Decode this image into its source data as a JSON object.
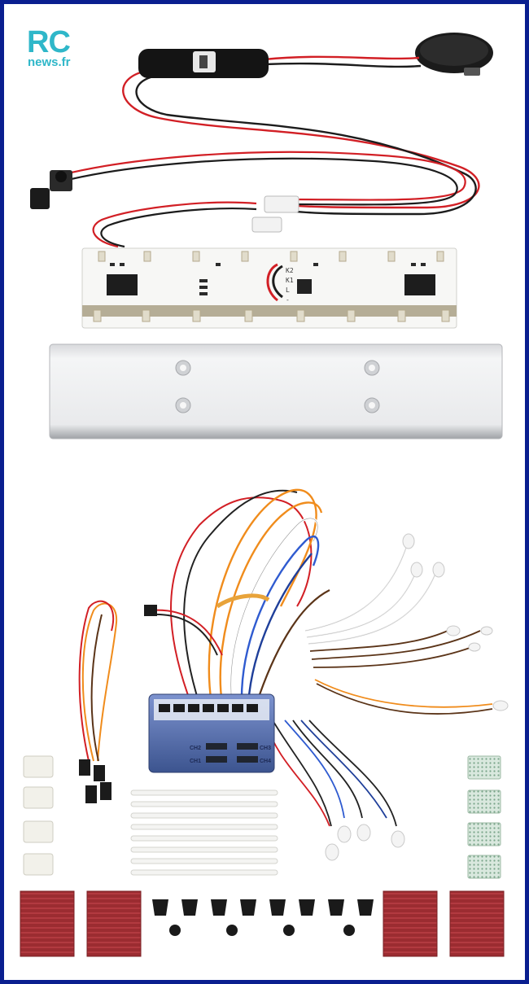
{
  "logo": {
    "line1": "RC",
    "line2": "news.fr",
    "color": "#2fb7c9"
  },
  "frame_color": "#0a1f8f",
  "pcb_labels": [
    "K2",
    "K1",
    "L",
    "-"
  ],
  "module_labels": [
    "CH2",
    "CH3",
    "CH1",
    "CH4"
  ]
}
